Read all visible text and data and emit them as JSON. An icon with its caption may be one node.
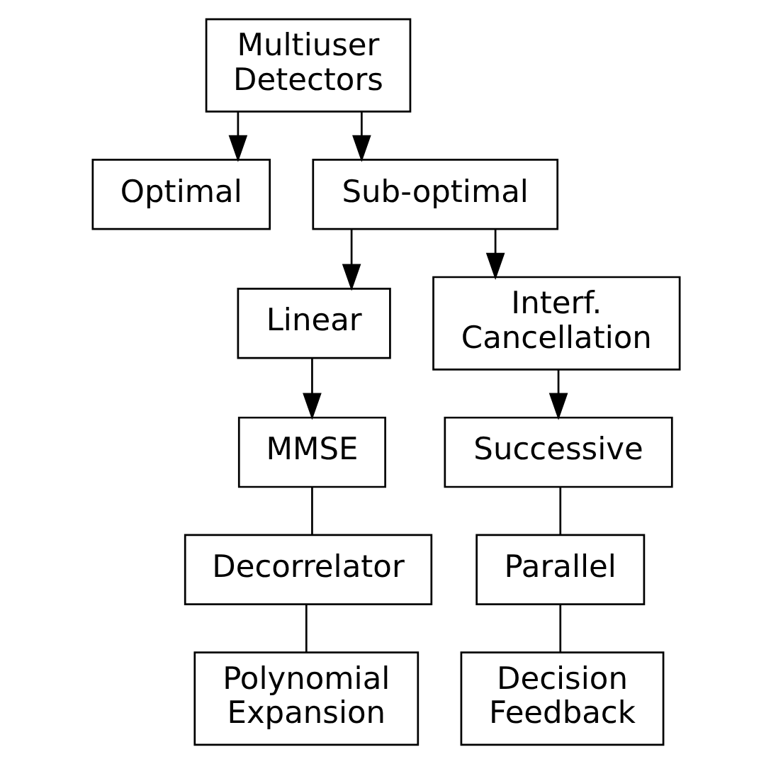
{
  "diagram": {
    "nodes": [
      {
        "text": [
          "Multiuser Detectors"
        ]
      },
      {
        "text": [
          "Optimal"
        ]
      },
      {
        "text": [
          "Sub-optimal"
        ]
      },
      {
        "text": [
          "Linear"
        ]
      },
      {
        "text": [
          "Interf. Cancellation"
        ]
      },
      {
        "text": [
          "MMSE"
        ]
      },
      {
        "text": [
          "Successive"
        ]
      },
      {
        "text": [
          "Decorrelator"
        ]
      },
      {
        "text": [
          "Parallel"
        ]
      },
      {
        "text": [
          "Polynomial Expansion"
        ]
      },
      {
        "text": [
          "Decision Feedback"
        ]
      }
    ],
    "edges": [
      {
        "from": 0,
        "to": 1,
        "arrow": "to"
      },
      {
        "from": 0,
        "to": 2,
        "arrow": "to"
      },
      {
        "from": 2,
        "to": 3,
        "arrow": "to"
      },
      {
        "from": 2,
        "to": 4,
        "arrow": "to"
      },
      {
        "from": 3,
        "to": 5,
        "arrow": "to"
      },
      {
        "from": 4,
        "to": 6,
        "arrow": "to"
      },
      {
        "from": 5,
        "to": 7,
        "arrow": "none"
      },
      {
        "from": 7,
        "to": 9,
        "arrow": "none"
      },
      {
        "from": 6,
        "to": 8,
        "arrow": "none"
      },
      {
        "from": 8,
        "to": 10,
        "arrow": "none"
      }
    ]
  }
}
